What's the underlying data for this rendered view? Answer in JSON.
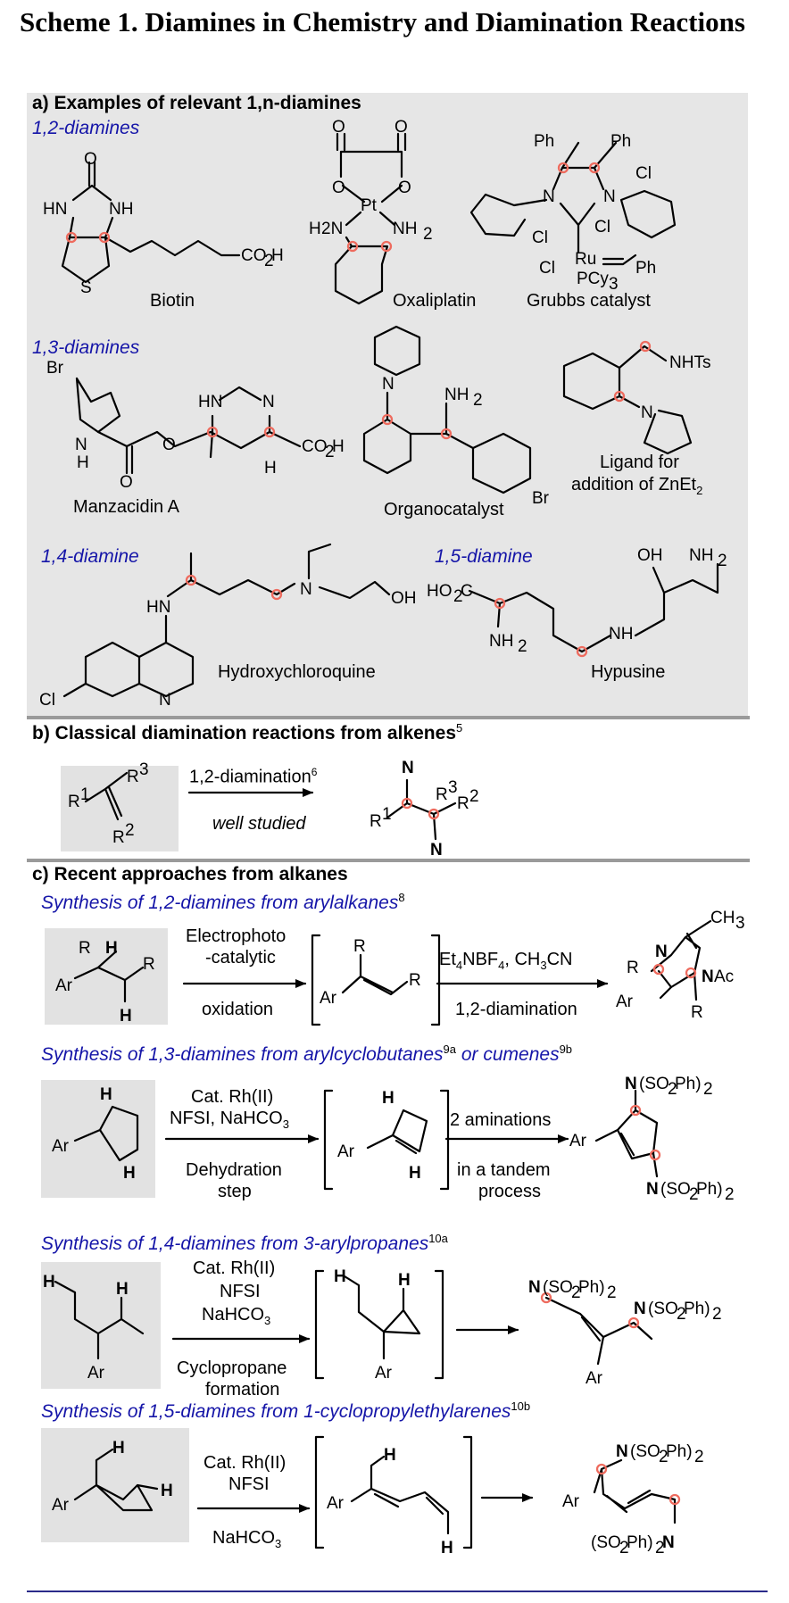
{
  "title": "Scheme 1. Diamines in Chemistry and Diamination Reactions",
  "section_a": {
    "header": "a) Examples of  relevant 1,n-diamines",
    "sub12": "1,2-diamines",
    "sub13": "1,3-diamines",
    "sub14": "1,4-diamine",
    "sub15": "1,5-diamine",
    "biotin": "Biotin",
    "oxaliplatin": "Oxaliplatin",
    "grubbs": "Grubbs catalyst",
    "manzacidin": "Manzacidin A",
    "organocatalyst": "Organocatalyst",
    "ligand1": "Ligand for",
    "ligand2": "addition of ZnEt",
    "hcq": "Hydroxychloroquine",
    "hypusine": "Hypusine"
  },
  "section_b": {
    "header": "b) Classical diamination reactions from alkenes",
    "header_sup": "5",
    "arrow_top": "1,2-diamination",
    "arrow_top_sup": "6",
    "arrow_bottom": "well studied"
  },
  "section_c": {
    "header": "c) Recent approaches from alkanes",
    "s1": "Synthesis of 1,2-diamines from arylalkanes",
    "s1_sup": "8",
    "s1_arrow1_top1": "Electrophoto",
    "s1_arrow1_top2": "-catalytic",
    "s1_arrow1_bottom": "oxidation",
    "s1_arrow2_top": "Et4NBF4, CH3CN",
    "s1_arrow2_bottom": "1,2-diamination",
    "s2a": "Synthesis of 1,3-diamines from arylcyclobutanes",
    "s2a_sup": "9a",
    "s2b": "or cumenes",
    "s2b_sup": "9b",
    "s2_arrow1_top1": "Cat. Rh(II)",
    "s2_arrow1_top2": "NFSI, NaHCO3",
    "s2_arrow1_bottom1": "Dehydration",
    "s2_arrow1_bottom2": "step",
    "s2_arrow2_top": "2 aminations",
    "s2_arrow2_bottom1": "in a tandem",
    "s2_arrow2_bottom2": "process",
    "s3": "Synthesis of 1,4-diamines from 3-arylpropanes",
    "s3_sup": "10a",
    "s3_arrow_top1": "Cat. Rh(II)",
    "s3_arrow_top2": "NFSI",
    "s3_arrow_top3": "NaHCO3",
    "s3_arrow_bottom1": "Cyclopropane",
    "s3_arrow_bottom2": "formation",
    "s4": "Synthesis of 1,5-diamines from 1-cyclopropylethylarenes",
    "s4_sup": "10b",
    "s4_arrow_top1": "Cat. Rh(II)",
    "s4_arrow_top2": "NFSI",
    "s4_arrow_bottom": "NaHCO3"
  },
  "colors": {
    "section_label": "#1515a8",
    "highlight": "#ee6b5e",
    "panel": "#e6e6e6",
    "rule": "#9a9a9a"
  }
}
